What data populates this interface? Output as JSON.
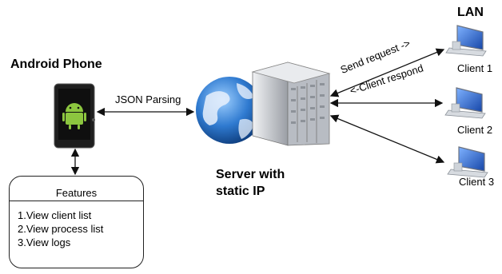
{
  "labels": {
    "lan": "LAN",
    "android_phone": "Android Phone",
    "json_parsing": "JSON Parsing",
    "send_request": "Send request ->",
    "client_respond": "<-Client respond",
    "server_line1": "Server with",
    "server_line2": "static IP"
  },
  "clients": [
    {
      "label": "Client 1"
    },
    {
      "label": "Client 2"
    },
    {
      "label": "Client 3"
    }
  ],
  "features": {
    "title": "Features",
    "items": [
      "1.View client list",
      "2.View process list",
      "3.View logs"
    ]
  },
  "colors": {
    "globe": "#1f5fa8",
    "phone_body": "#2b2b2b",
    "android": "#8cc63f",
    "monitor_screen": "#2f6fd6",
    "server": "#c9ccd1"
  }
}
